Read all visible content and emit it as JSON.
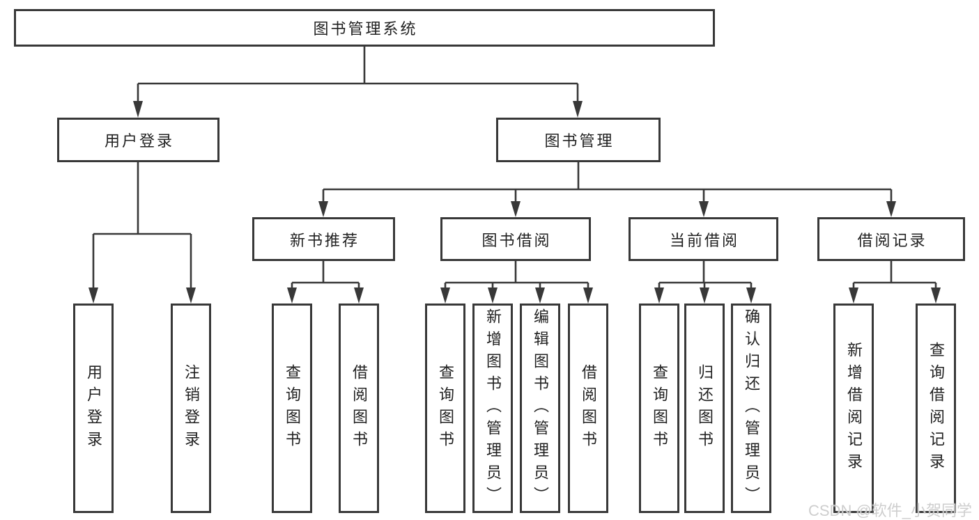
{
  "tree": {
    "root": {
      "label": "图书管理系统"
    },
    "level2": [
      {
        "label": "用户登录"
      },
      {
        "label": "图书管理"
      }
    ],
    "level3": [
      {
        "label": "新书推荐",
        "parent": "图书管理"
      },
      {
        "label": "图书借阅",
        "parent": "图书管理"
      },
      {
        "label": "当前借阅",
        "parent": "图书管理"
      },
      {
        "label": "借阅记录",
        "parent": "图书管理"
      }
    ],
    "leaves": [
      {
        "label": "用户登录",
        "parent": "用户登录"
      },
      {
        "label": "注销登录",
        "parent": "用户登录"
      },
      {
        "label": "查询图书",
        "parent": "新书推荐"
      },
      {
        "label": "借阅图书",
        "parent": "新书推荐"
      },
      {
        "label": "查询图书",
        "parent": "图书借阅"
      },
      {
        "label": "新增图书（管理员）",
        "parent": "图书借阅"
      },
      {
        "label": "编辑图书（管理员）",
        "parent": "图书借阅"
      },
      {
        "label": "借阅图书",
        "parent": "图书借阅"
      },
      {
        "label": "查询图书",
        "parent": "当前借阅"
      },
      {
        "label": "归还图书",
        "parent": "当前借阅"
      },
      {
        "label": "确认归还（管理员）",
        "parent": "当前借阅"
      },
      {
        "label": "新增借阅记录",
        "parent": "借阅记录"
      },
      {
        "label": "查询借阅记录",
        "parent": "借阅记录"
      }
    ]
  },
  "colors": {
    "line": "#383838",
    "box_border": "#383838",
    "text": "#212121",
    "background": "#ffffff",
    "watermark": "#cbcbcb"
  },
  "watermark": {
    "text": "CSDN @软件_小贺同学"
  }
}
